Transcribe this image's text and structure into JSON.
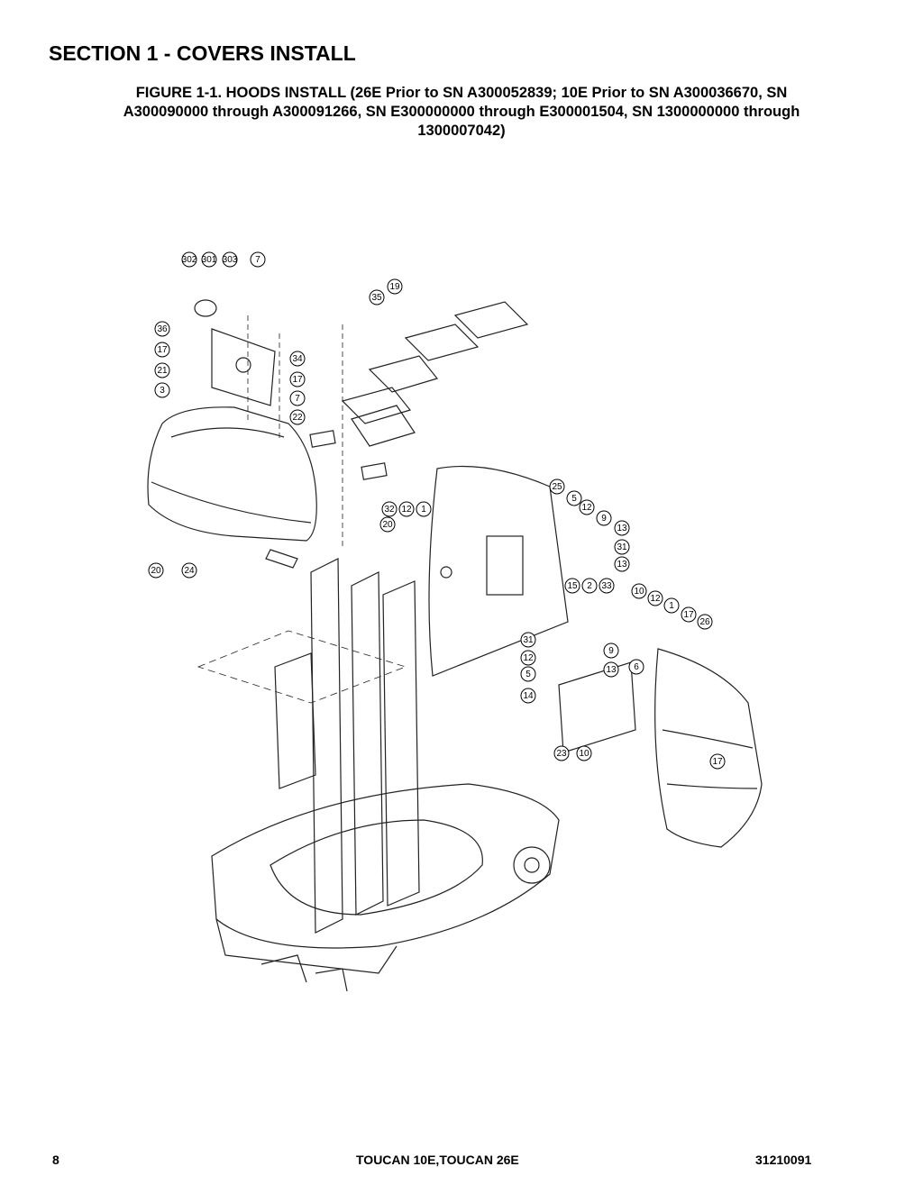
{
  "section_title": "SECTION 1 - COVERS INSTALL",
  "figure": {
    "title_lines": [
      "FIGURE 1-1. HOODS INSTALL (26E Prior to SN A300052839; 10E Prior to SN A300036670, SN",
      "A300090000 through A300091266, SN E300000000 through E300001504, SN 1300000000 through",
      "1300007042)"
    ]
  },
  "callouts": [
    "302",
    "301",
    "303",
    "7",
    "19",
    "35",
    "36",
    "17",
    "34",
    "21",
    "17",
    "3",
    "7",
    "22",
    "25",
    "5",
    "32",
    "12",
    "1",
    "12",
    "9",
    "20",
    "13",
    "31",
    "13",
    "20",
    "24",
    "15",
    "2",
    "33",
    "10",
    "12",
    "1",
    "17",
    "26",
    "31",
    "12",
    "9",
    "5",
    "14",
    "13",
    "6",
    "23",
    "10",
    "17"
  ],
  "footer": {
    "page_number": "8",
    "product": "TOUCAN 10E,TOUCAN 26E",
    "doc_number": "31210091"
  }
}
